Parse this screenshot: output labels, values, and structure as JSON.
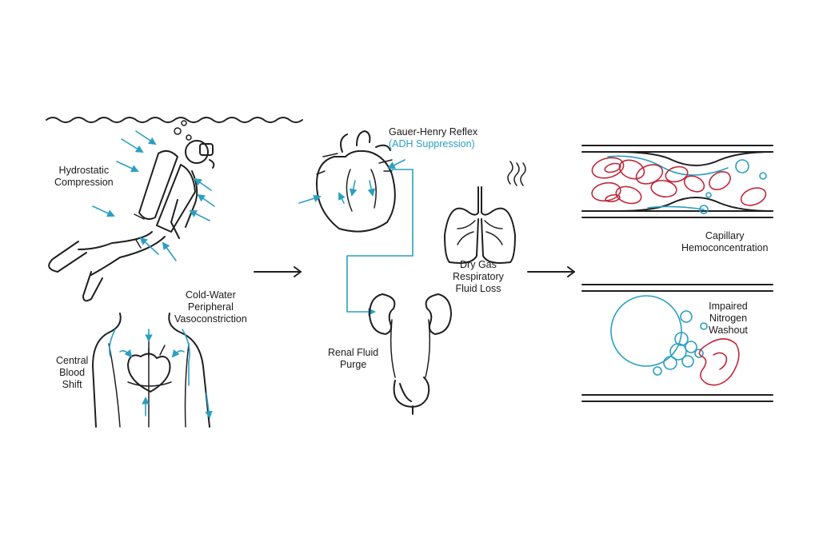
{
  "labels": {
    "hydrostatic": [
      "Hydrostatic",
      "Compression"
    ],
    "cold_water": [
      "Cold-Water",
      "Peripheral",
      "Vasoconstriction"
    ],
    "central_blood": [
      "Central",
      "Blood",
      "Shift"
    ],
    "gauer_henry": "Gauer-Henry Reflex",
    "adh": "(ADH Suppression)",
    "dry_gas": [
      "Dry Gas",
      "Respiratory",
      "Fluid Loss"
    ],
    "renal": [
      "Renal Fluid",
      "Purge"
    ],
    "capillary": [
      "Capillary",
      "Hemoconcentration"
    ],
    "nitrogen": [
      "Impaired",
      "Nitrogen",
      "Washout"
    ]
  },
  "colors": {
    "line": "#1f1f1f",
    "accent_blue": "#2a9fc0",
    "blood_red": "#c0283a"
  },
  "icons": [
    "diver-icon",
    "torso-icon",
    "heart-icon",
    "lungs-icon",
    "kidneys-icon",
    "red-blood-cell-icon",
    "bubble-icon",
    "flow-arrow-icon"
  ]
}
